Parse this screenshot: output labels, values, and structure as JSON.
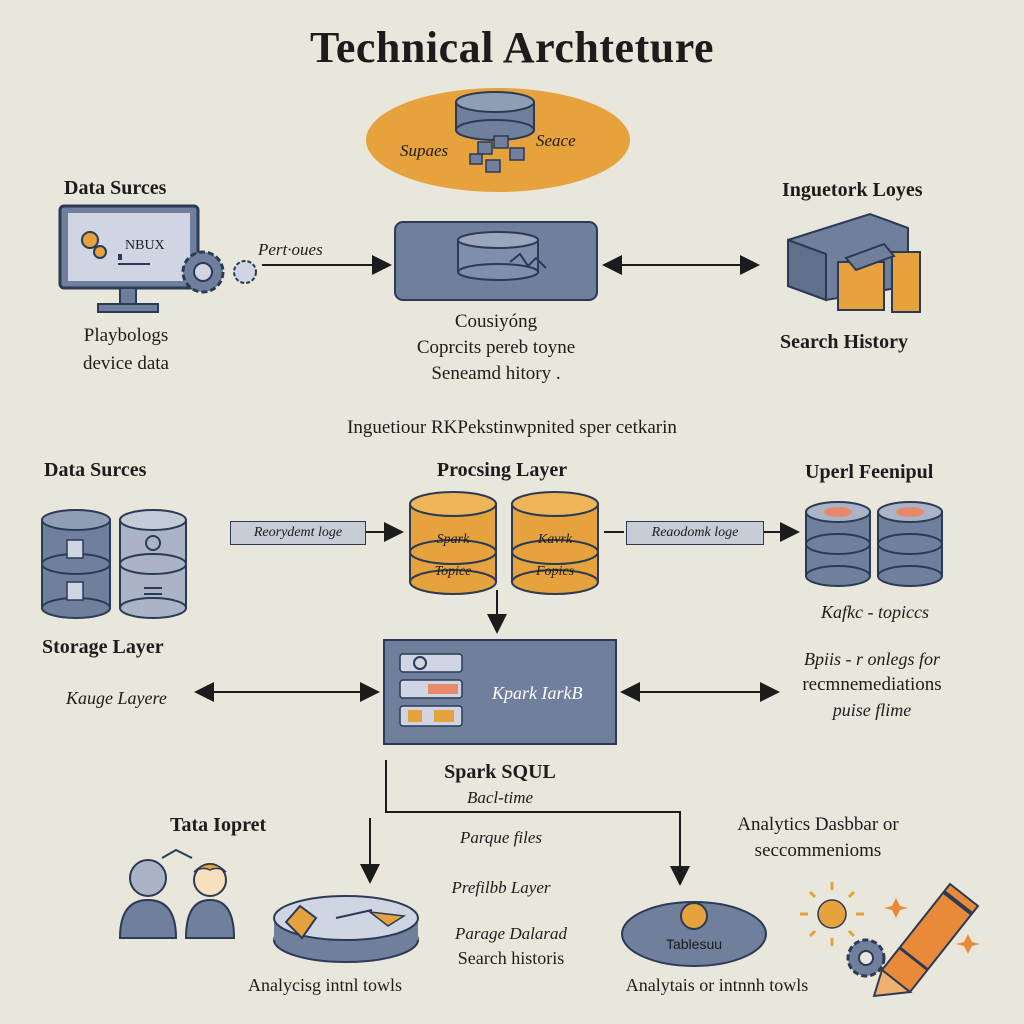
{
  "title": "Technical Archteture",
  "top": {
    "cloud_left": "Supaes",
    "cloud_right": "Seace",
    "left_heading": "Data Surces",
    "monitor_text": "NBUX",
    "left_caption": [
      "Playbologs",
      "device data"
    ],
    "arrow_label": "Pert·oues",
    "center_caption": [
      "Cousiyóng",
      "Coprcits pereb toyne",
      "Seneamd hitory ."
    ],
    "right_heading": "Inguetork Loyes",
    "right_caption": "Search History"
  },
  "middle": {
    "banner": "Inguetiour RKPekstinwpnited sper cetkarin",
    "left_heading": "Data Surces",
    "processing_heading": "Procsing Layer",
    "right_heading": "Uperl Feenipul",
    "tag_left": "Reorydemt loge",
    "tag_right": "Reaodomk loge",
    "db1": [
      "Spark",
      "Topice"
    ],
    "db2": [
      "Kavrk",
      "Fopics"
    ],
    "right_caption": "Kafkc - topiccs",
    "storage_heading": "Storage Layer",
    "storage_caption": "Kauge Layere",
    "center_box_label": "Kpark IarkB",
    "right_note": [
      "Bpiis - r onlegs for",
      "recmnemediations",
      "puise flime"
    ]
  },
  "bottom": {
    "spark_heading": "Spark SQUL",
    "spark_sub": "Bacl-time",
    "left_heading": "Tata Iopret",
    "parquet": "Parque files",
    "prefill": "Prefilbb Layer",
    "dash_title": "Parage Dalarad",
    "dash_sub": "Search historis",
    "right_heading": [
      "Analytics Dasbbar or",
      "seccommenioms"
    ],
    "tableau_label": "Tablesuu",
    "left_caption": "Analycisg intnl towls",
    "right_caption": "Analytais or intnnh towls"
  },
  "colors": {
    "background": "#e9e6dc",
    "slate": "#6f7f9c",
    "slate_dark": "#2b3a55",
    "orange": "#e6a23c"
  }
}
